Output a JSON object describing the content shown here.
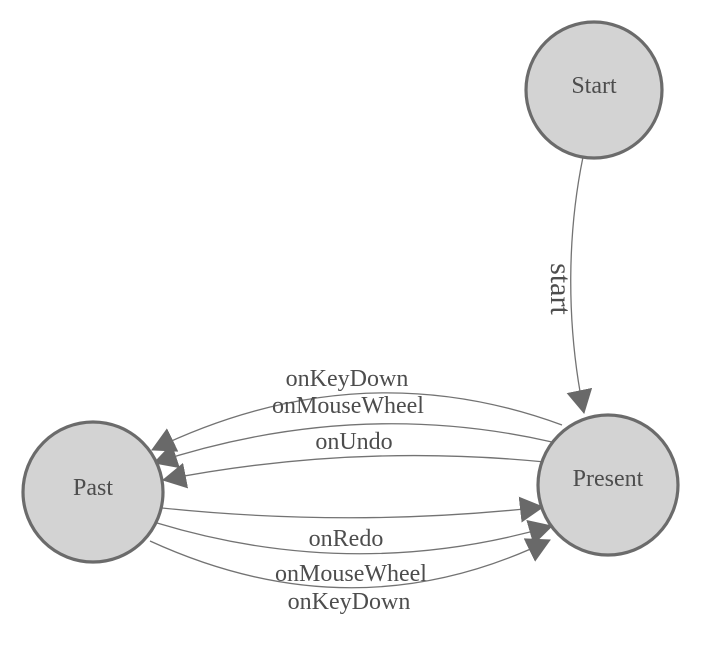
{
  "diagram": {
    "type": "state-machine",
    "nodes": [
      {
        "id": "start",
        "label": "Start"
      },
      {
        "id": "past",
        "label": "Past"
      },
      {
        "id": "present",
        "label": "Present"
      }
    ],
    "edges": [
      {
        "from": "start",
        "to": "present",
        "label": "start"
      },
      {
        "from": "present",
        "to": "past",
        "label": "onKeyDown"
      },
      {
        "from": "present",
        "to": "past",
        "label": "onMouseWheel"
      },
      {
        "from": "present",
        "to": "past",
        "label": "onUndo"
      },
      {
        "from": "past",
        "to": "present",
        "label": "onRedo"
      },
      {
        "from": "past",
        "to": "present",
        "label": "onMouseWheel"
      },
      {
        "from": "past",
        "to": "present",
        "label": "onKeyDown"
      }
    ],
    "colors": {
      "node_fill": "#d3d3d3",
      "node_stroke": "#6b6b6b",
      "edge_line": "#737373",
      "arrowhead": "#696969",
      "label_text": "#4d4d4d",
      "background": "#ffffff"
    }
  }
}
